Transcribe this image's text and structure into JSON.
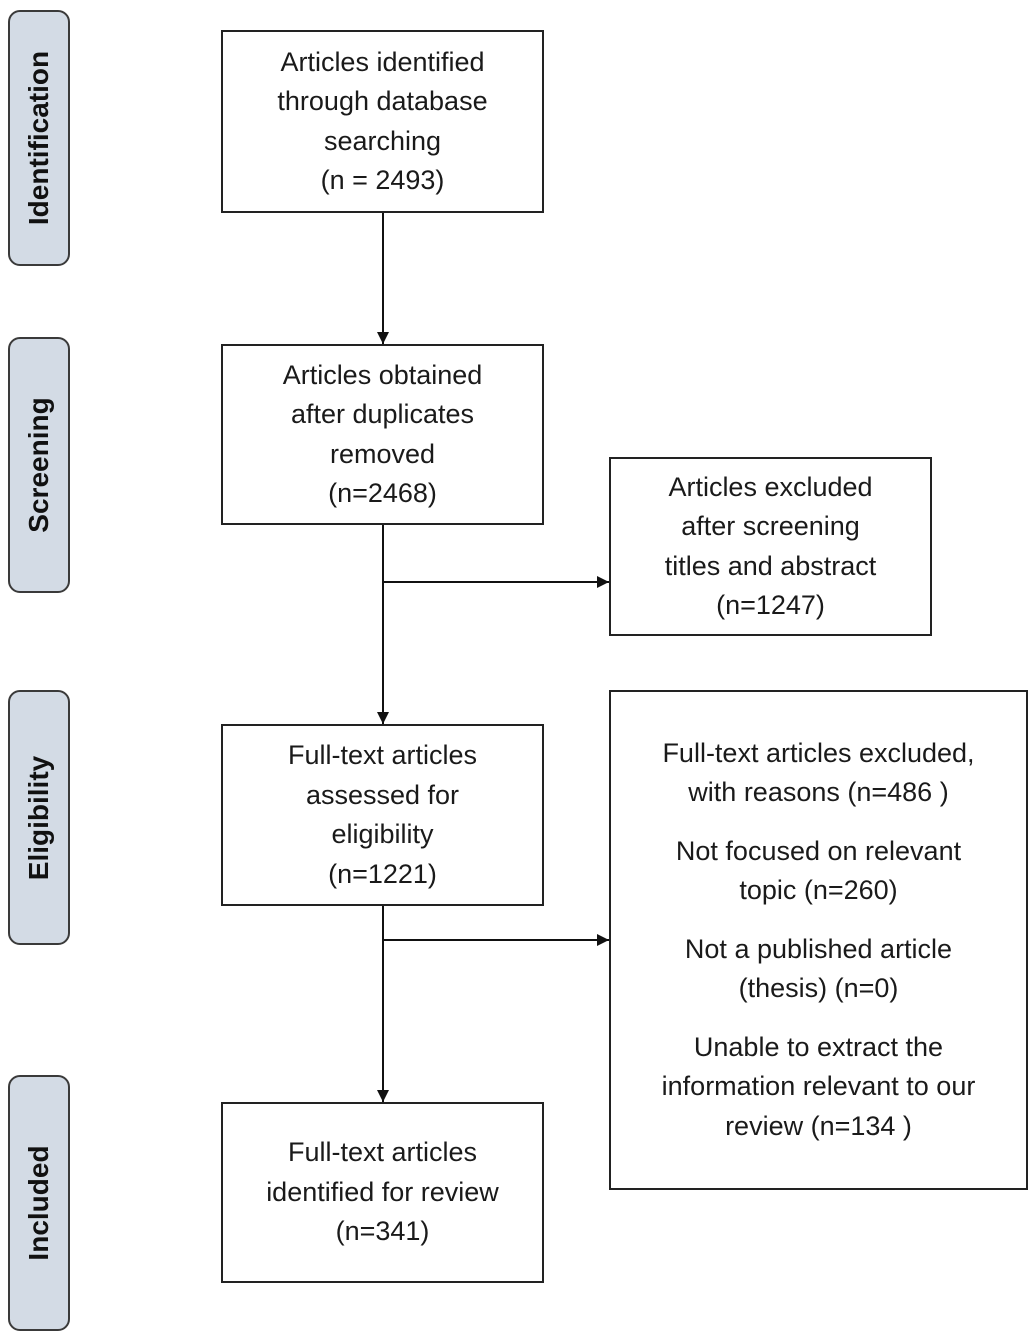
{
  "stages": {
    "identification": "Identification",
    "screening": "Screening",
    "eligibility": "Eligibility",
    "included": "Included"
  },
  "boxes": {
    "identified": [
      "Articles identified",
      "through database",
      "searching",
      "(n = 2493)"
    ],
    "after_duplicates": [
      "Articles obtained",
      "after duplicates",
      "removed",
      "(n=2468)"
    ],
    "excluded_screening": [
      "Articles excluded",
      "after screening",
      "titles and abstract",
      "(n=1247)"
    ],
    "full_text_assessed": [
      "Full-text articles",
      "assessed for",
      "eligibility",
      "(n=1221)"
    ],
    "included_review": [
      "Full-text articles",
      "identified for review",
      "(n=341)"
    ]
  },
  "exclusions": {
    "header": [
      "Full-text articles excluded,",
      "with reasons (n=486 )"
    ],
    "not_focused": [
      "Not focused on relevant",
      "topic (n=260)"
    ],
    "not_published": [
      "Not a published article",
      "(thesis) (n=0)"
    ],
    "unable_extract": [
      "Unable to extract the",
      "information relevant to our",
      "review (n=134 )"
    ]
  }
}
